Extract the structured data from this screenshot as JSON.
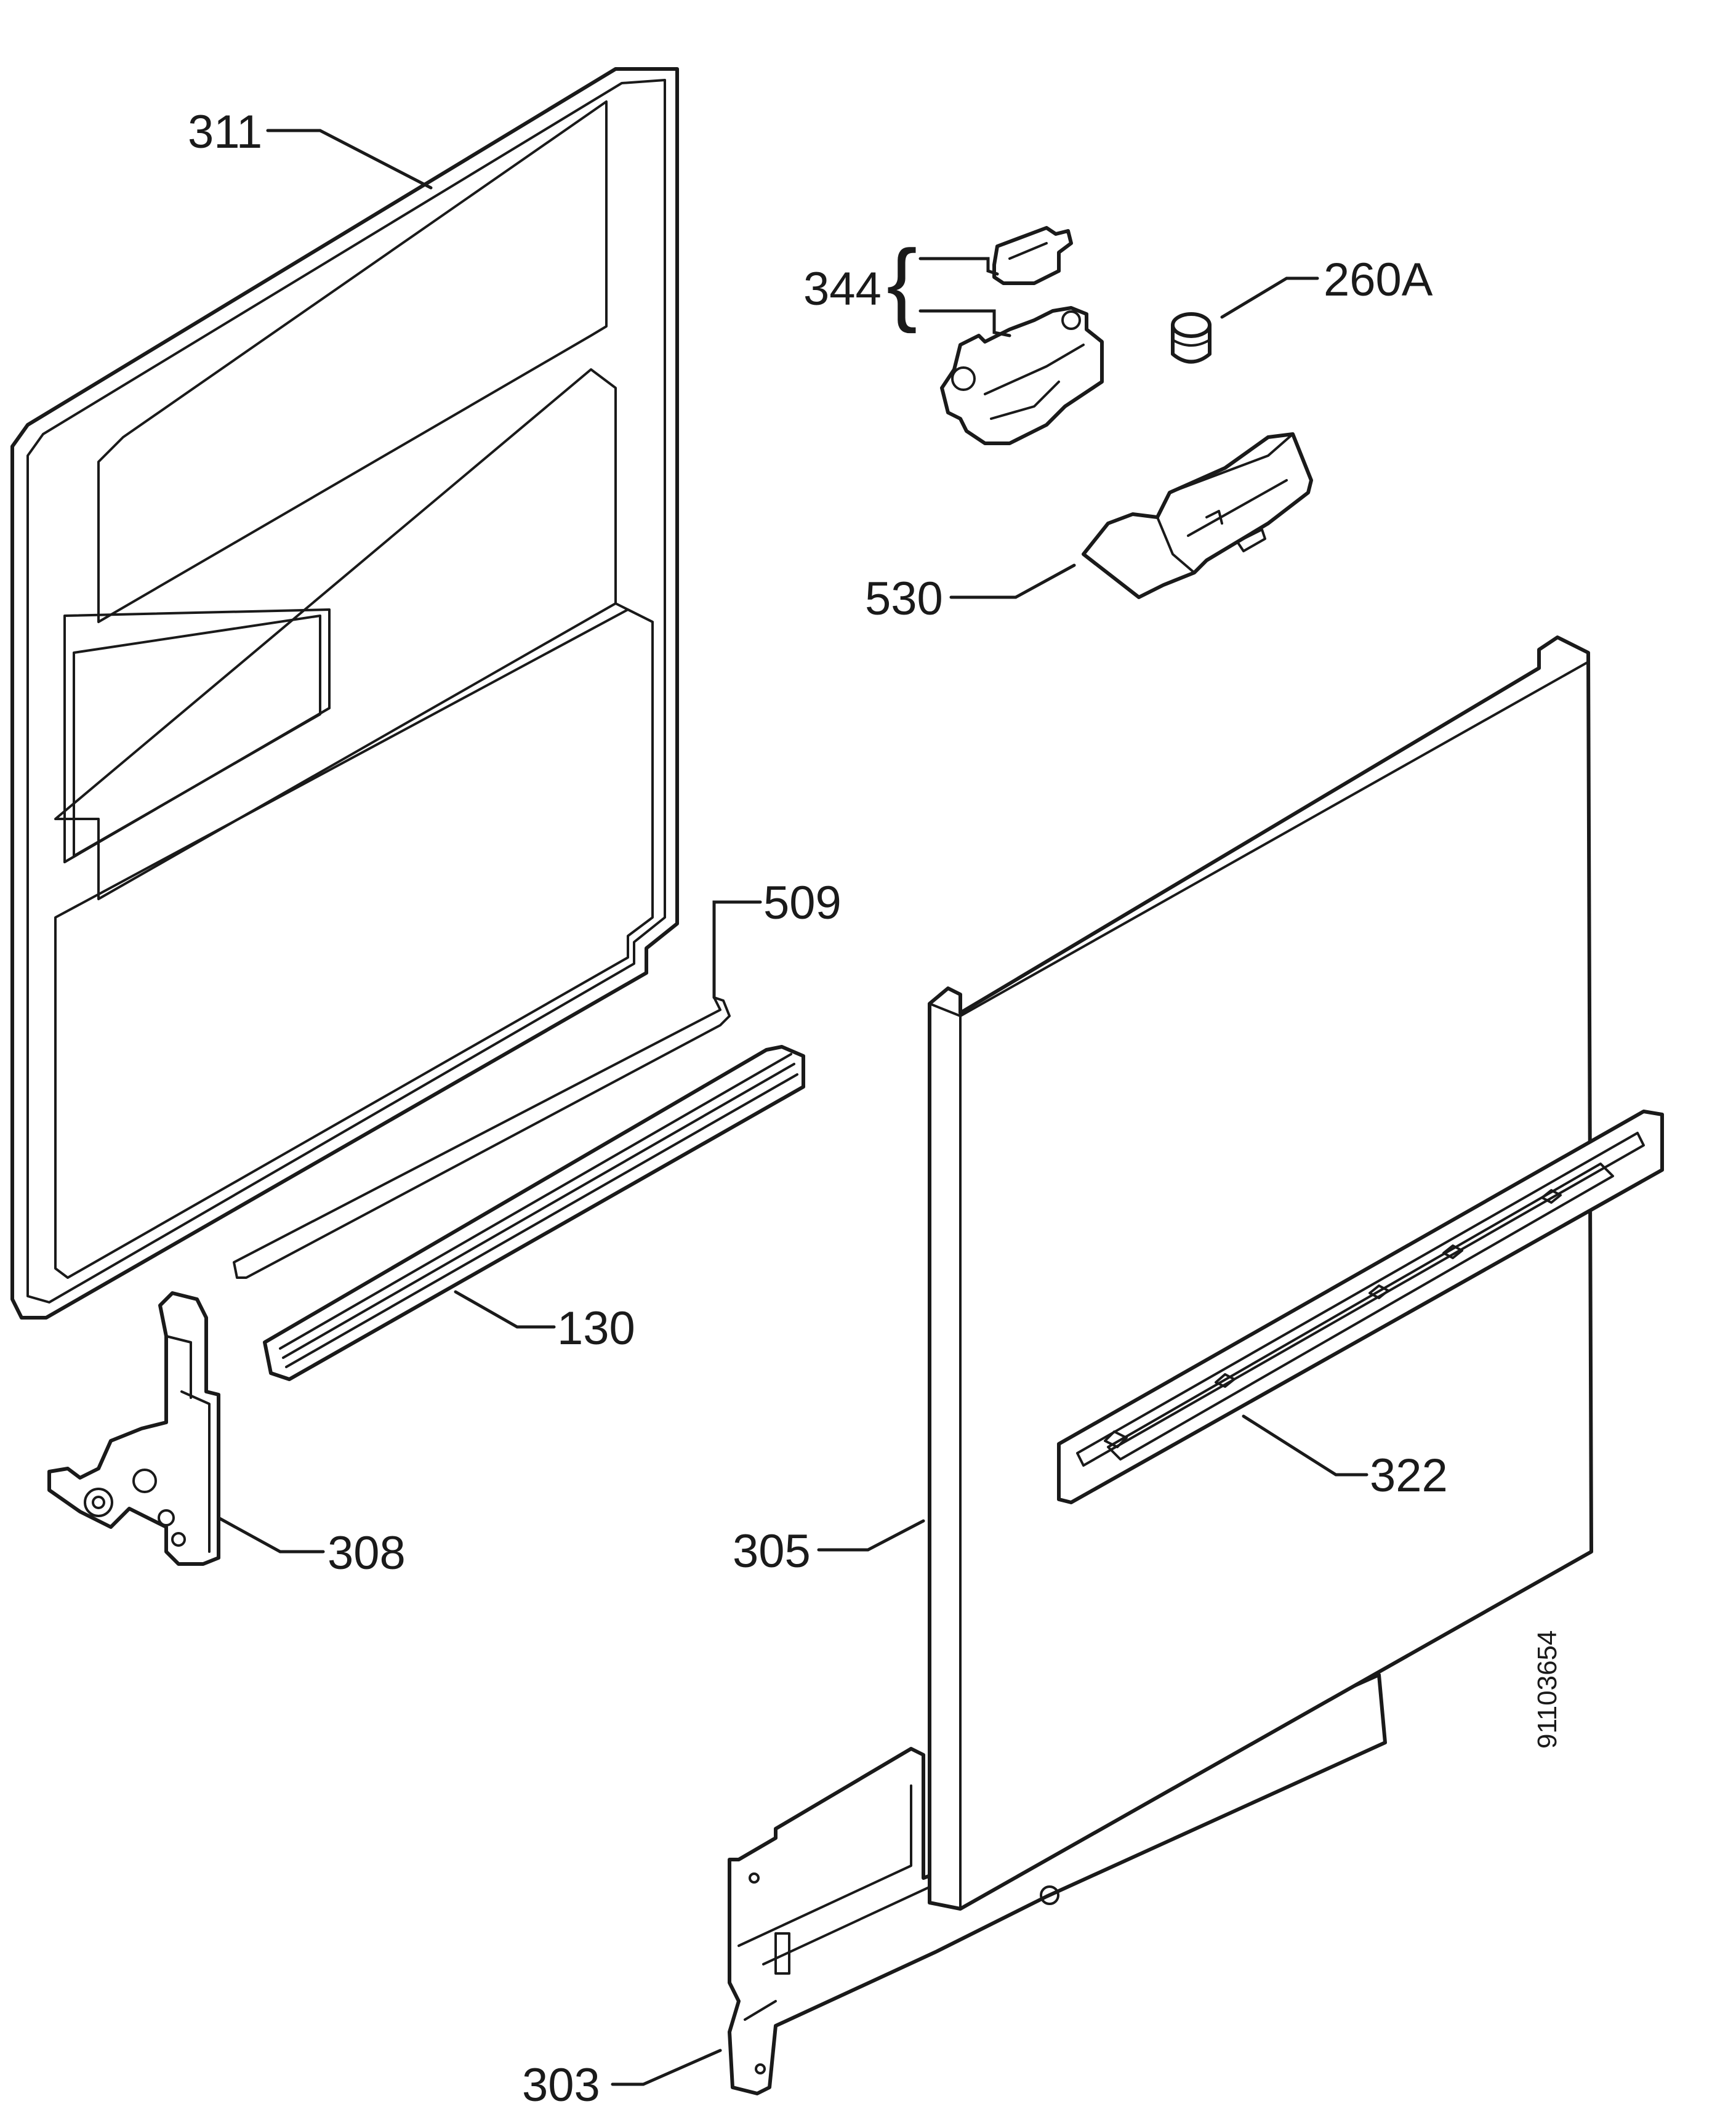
{
  "diagram": {
    "callouts": {
      "p311": "311",
      "p344": "344",
      "p260a": "260A",
      "p530": "530",
      "p509": "509",
      "p130": "130",
      "p308": "308",
      "p305": "305",
      "p322": "322",
      "p303": "303"
    },
    "drawing_number": "91103654"
  }
}
